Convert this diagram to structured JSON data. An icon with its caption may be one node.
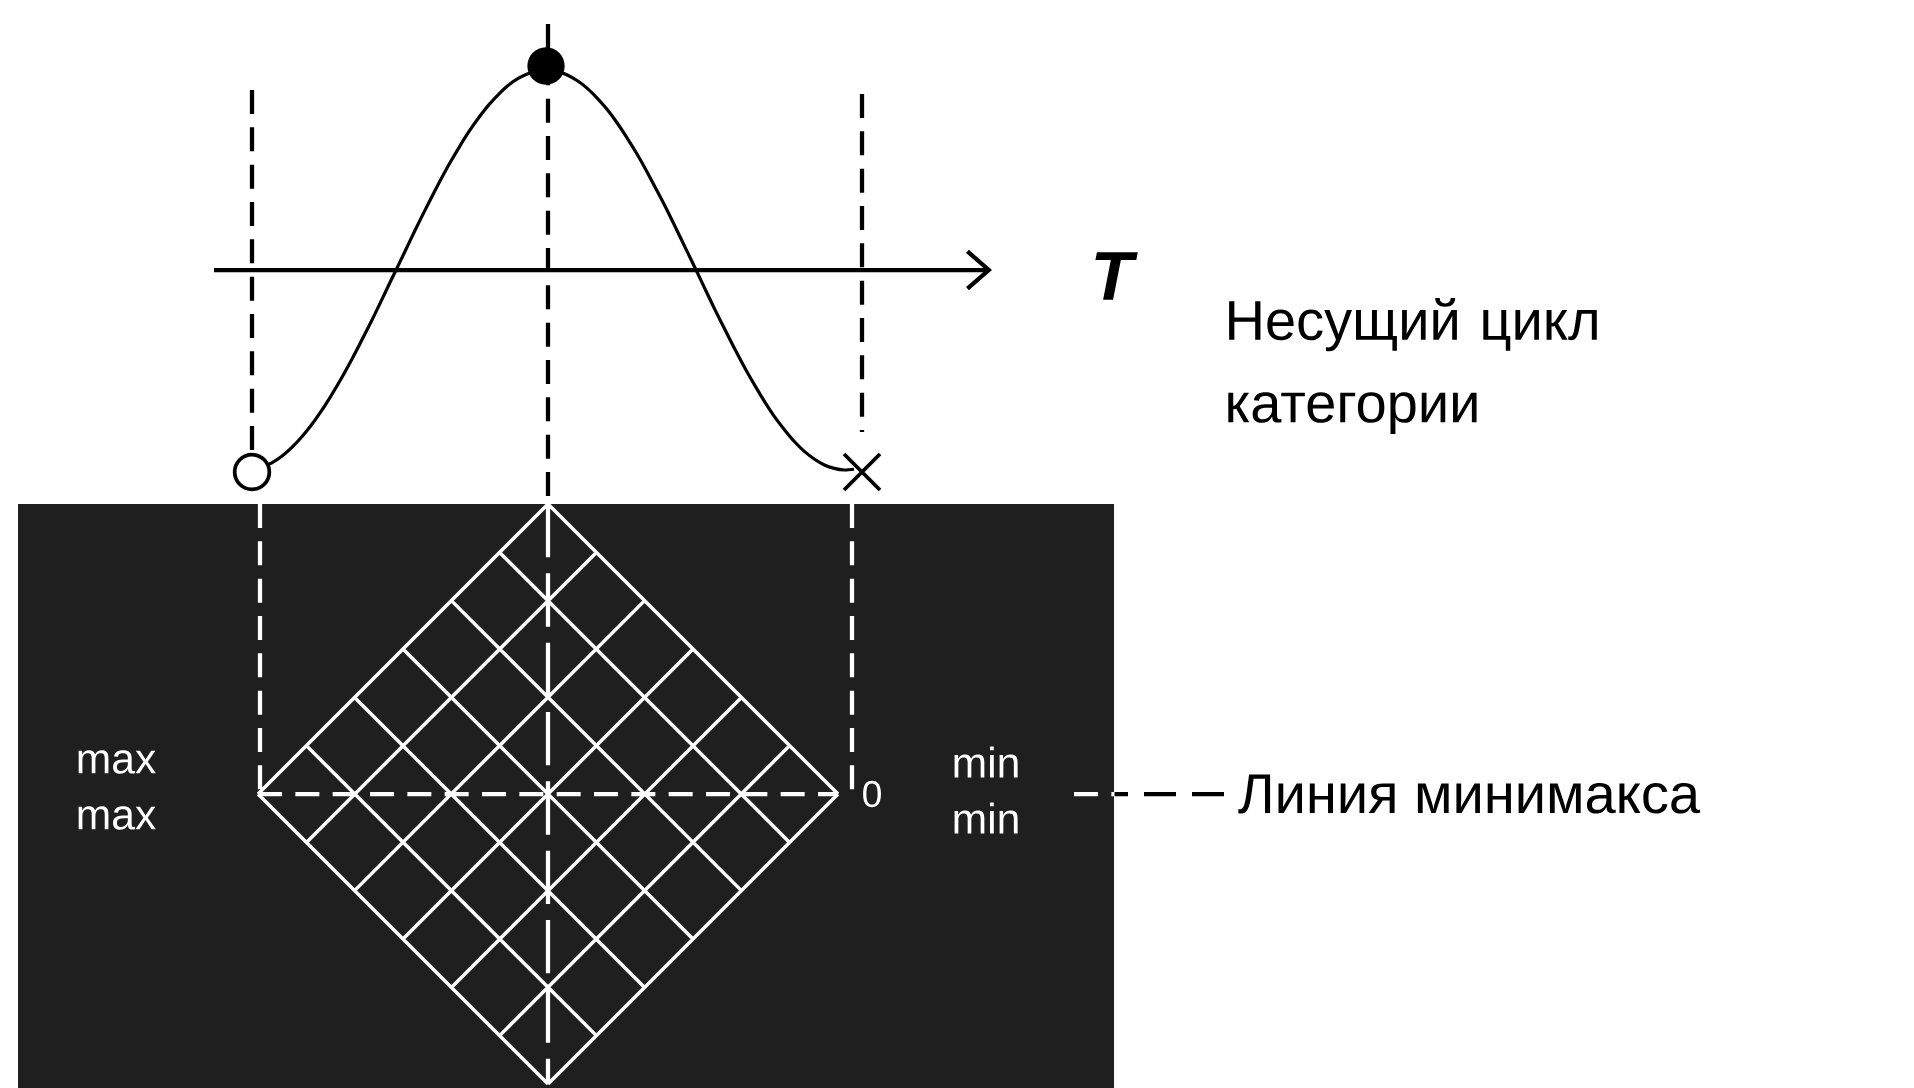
{
  "diagram": {
    "nodes": [
      {
        "text": [
          "Линия минимакса"
        ]
      },
      {
        "text": [],
        "shape": "line"
      }
    ],
    "edges": [
      {
        "from": 0,
        "to": 1,
        "arrow": "none",
        "style": "dashed"
      }
    ],
    "labels": [
      "T",
      "Несущий цикл категории",
      "max",
      "max",
      "0",
      "min",
      "min"
    ]
  }
}
